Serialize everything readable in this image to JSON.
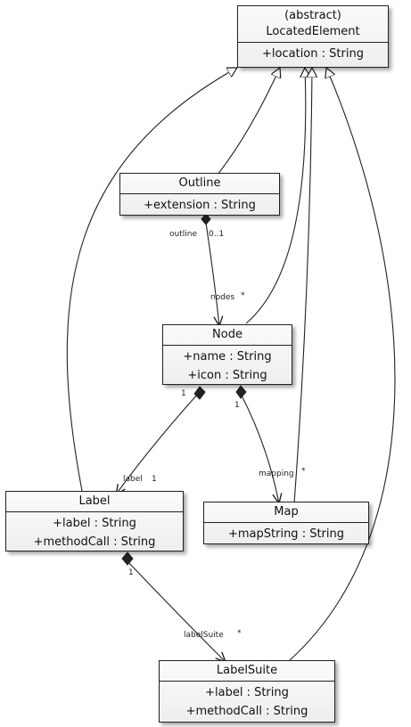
{
  "classes": {
    "located": {
      "stereotype": "(abstract)",
      "name": "LocatedElement",
      "attrs": [
        "+location : String"
      ]
    },
    "outline": {
      "name": "Outline",
      "attrs": [
        "+extension : String"
      ]
    },
    "node": {
      "name": "Node",
      "attrs": [
        "+name : String",
        "+icon : String"
      ]
    },
    "label": {
      "name": "Label",
      "attrs": [
        "+label : String",
        "+methodCall : String"
      ]
    },
    "map": {
      "name": "Map",
      "attrs": [
        "+mapString : String"
      ]
    },
    "labelsuite": {
      "name": "LabelSuite",
      "attrs": [
        "+label : String",
        "+methodCall : String"
      ]
    }
  },
  "edge_labels": {
    "outline_role": "outline",
    "outline_mult": "0..1",
    "nodes_role": "nodes",
    "nodes_mult": "*",
    "node_label_mult": "1",
    "label_role": "label",
    "label_mult": "1",
    "node_map_mult": "1",
    "mapping_role": "mapping",
    "mapping_mult": "*",
    "label_suite_mult": "1",
    "labelsuite_role": "labelSuite",
    "labelsuite_mult": "*"
  }
}
